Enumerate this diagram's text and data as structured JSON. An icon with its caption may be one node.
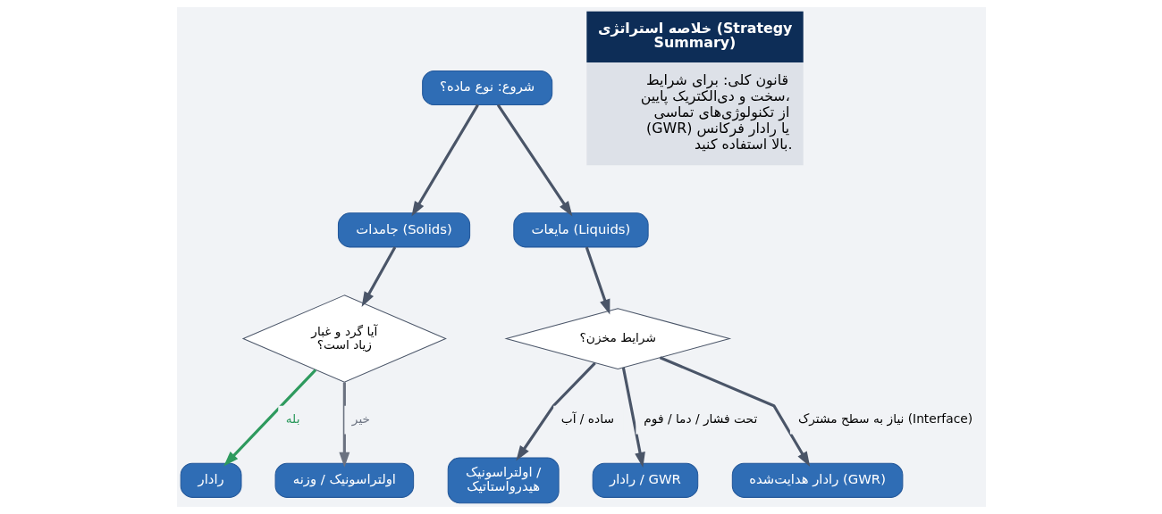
{
  "diagram": {
    "nodes": [
      {
        "text": [
          "شروع: نوع ماده؟"
        ]
      },
      {
        "text": [
          "جامدات (Solids)"
        ]
      },
      {
        "text": [
          "مایعات (Liquids)"
        ]
      },
      {
        "text": [
          "آیا گرد و غبار زیاد است؟"
        ]
      },
      {
        "text": [
          "شرایط مخزن؟"
        ]
      },
      {
        "text": [
          "رادار"
        ]
      },
      {
        "text": [
          "اولتراسونیک / وزنه"
        ]
      },
      {
        "text": [
          "اولتراسونیک / هیدرواستاتیک"
        ]
      },
      {
        "text": [
          "رادار / GWR"
        ]
      },
      {
        "text": [
          "رادار هدایت‌شده (GWR)"
        ]
      },
      {
        "text": [
          "خلاصه استراتژی (Strategy Summary)",
          "قانون کلی: برای شرایط سخت و دی‌الکتریک پایین، از تکنولوژی‌های تماسی (GWR) یا رادار فرکانس بالا استفاده کنید."
        ]
      }
    ],
    "edges": [
      {
        "from": 0,
        "to": 1,
        "arrow": "to"
      },
      {
        "from": 0,
        "to": 2,
        "arrow": "to"
      },
      {
        "from": 1,
        "to": 3,
        "arrow": "to"
      },
      {
        "from": 2,
        "to": 4,
        "arrow": "to"
      },
      {
        "from": 3,
        "to": 5,
        "arrow": "to",
        "label": "بله",
        "color": "#2e9a5e"
      },
      {
        "from": 3,
        "to": 6,
        "arrow": "to",
        "label": "خیر",
        "color": "#6b7280"
      },
      {
        "from": 4,
        "to": 7,
        "arrow": "to",
        "label": "ساده / آب"
      },
      {
        "from": 4,
        "to": 8,
        "arrow": "to",
        "label": "تحت فشار / دما / فوم"
      },
      {
        "from": 4,
        "to": 9,
        "arrow": "to",
        "label": "نیاز به سطح مشترک (Interface)"
      }
    ]
  }
}
